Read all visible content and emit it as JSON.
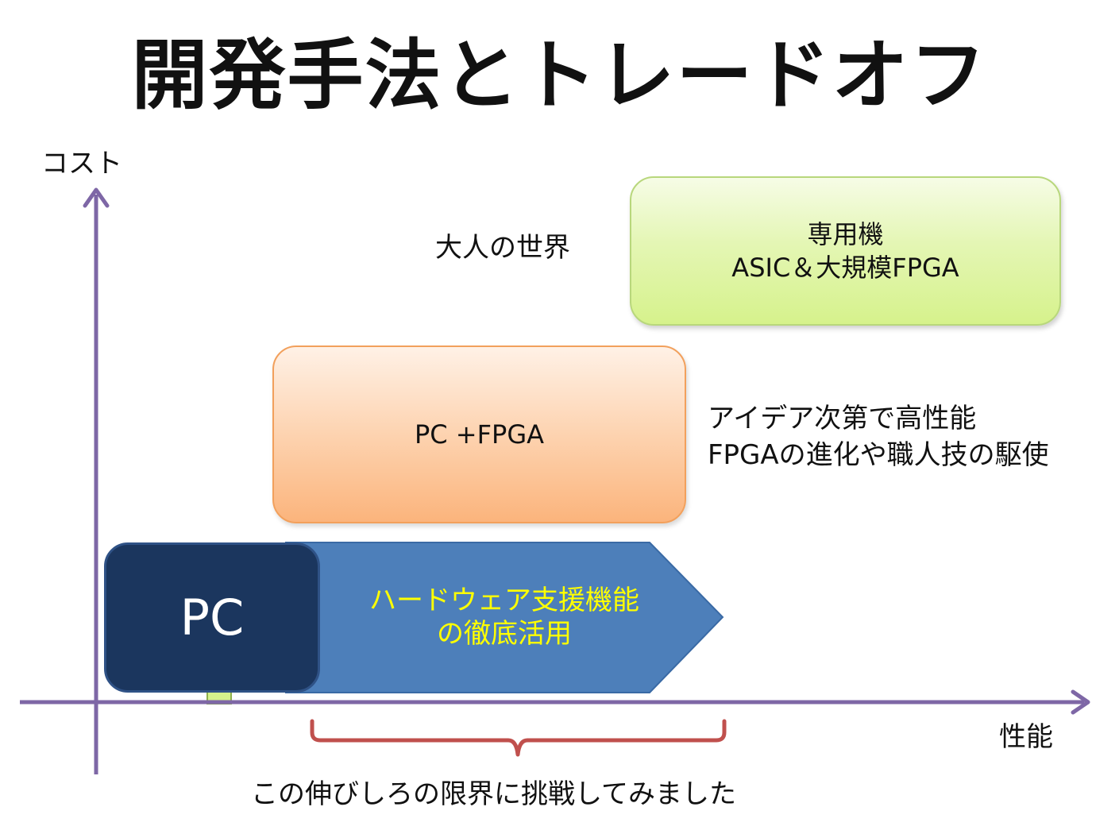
{
  "title": "開発手法とトレードオフ",
  "axes": {
    "y_label": "コスト",
    "x_label": "性能"
  },
  "boxes": {
    "asic": {
      "line1": "専用機",
      "line2": "ASIC＆大規模FPGA"
    },
    "fpga": {
      "label": "PC +FPGA"
    },
    "pc": {
      "label": "PC"
    },
    "hardware_arrow": {
      "line1": "ハードウェア支援機能",
      "line2": "の徹底活用"
    }
  },
  "annotations": {
    "adult_world": "大人の世界",
    "idea_line1": "アイデア次第で高性能",
    "idea_line2": "FPGAの進化や職人技の駆使",
    "bottom_note": "この伸びしろの限界に挑戦してみました"
  },
  "colors": {
    "axis": "#7e67a6",
    "arrow_fill": "#4d7fba",
    "arrow_text": "#ffff00",
    "pc_fill": "#1b365e",
    "brace": "#c0504d"
  }
}
